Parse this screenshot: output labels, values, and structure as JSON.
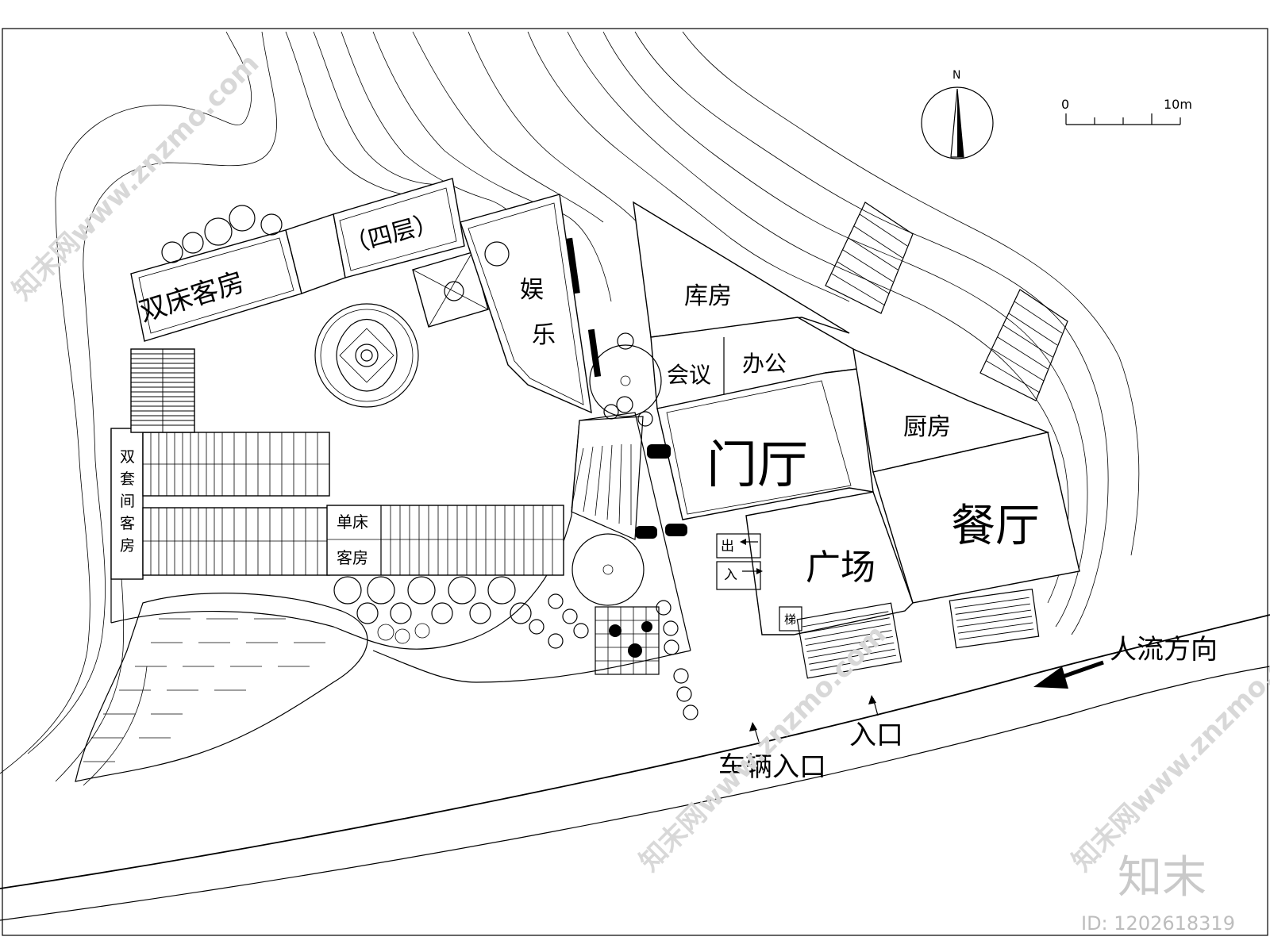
{
  "labels": {
    "double_bed_rooms": "双床客房",
    "four_floor": "（四层）",
    "entertainment_1": "娱",
    "entertainment_2": "乐",
    "storage": "库房",
    "meeting": "会议",
    "office": "办公",
    "lobby": "门厅",
    "kitchen": "厨房",
    "dining": "餐厅",
    "plaza": "广场",
    "suite_1": "双",
    "suite_2": "套",
    "suite_3": "间",
    "suite_4": "客",
    "suite_5": "房",
    "single_1": "单床",
    "single_2": "客房",
    "exit": "出",
    "enter": "入",
    "stairs": "梯",
    "people_flow": "人流方向",
    "entrance": "入口",
    "vehicle_entrance": "车辆入口"
  },
  "compass": {
    "north": "N"
  },
  "scale_bar": {
    "start": "0",
    "end": "10m"
  },
  "watermark": {
    "brand": "知末",
    "site": "知末网www.znzmo.com",
    "id": "ID: 1202618319"
  }
}
